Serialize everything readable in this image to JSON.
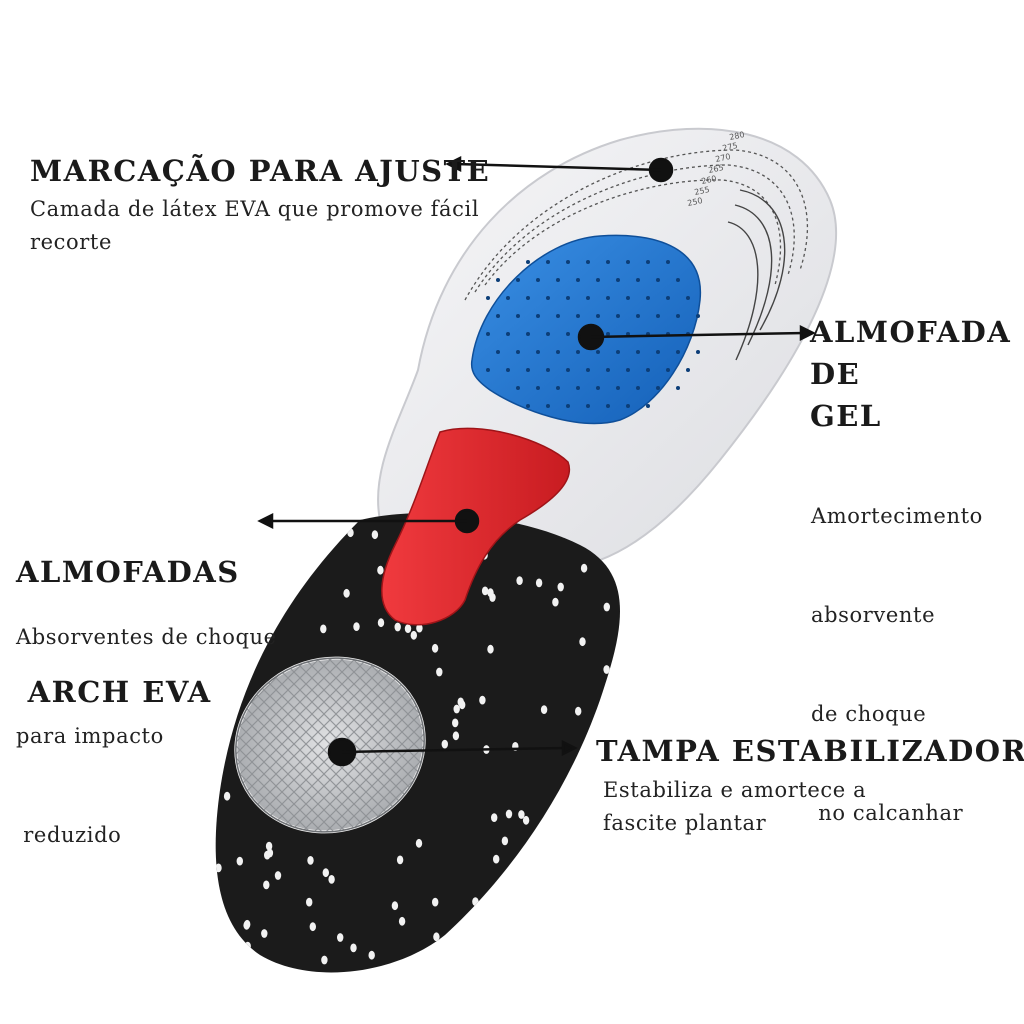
{
  "callouts": [
    {
      "id": "trim-markings",
      "title": [
        "MARCAÇÃO PARA AJUSTE"
      ],
      "desc": [
        "Camada de látex EVA que promove fácil",
        "recorte"
      ]
    },
    {
      "id": "gel-pad",
      "title": [
        "ALMOFADA",
        "DE",
        "GEL"
      ],
      "desc": [
        "Amortecimento",
        "absorvente",
        "de choque",
        " no calcanhar"
      ]
    },
    {
      "id": "arch-pads",
      "title": [
        "ALMOFADAS",
        " ARCH EVA"
      ],
      "desc": [
        "Absorventes de choque",
        "para impacto",
        " reduzido"
      ]
    },
    {
      "id": "stabilizer-cap",
      "title": [
        "TAMPA ESTABILIZADORA"
      ],
      "desc": [
        "Estabiliza e amortece a",
        "fascite plantar"
      ]
    }
  ],
  "size_marks": [
    "280",
    "275",
    "270",
    "265",
    "260",
    "255",
    "250"
  ],
  "colors": {
    "insole_top": "#ecedf0",
    "gel_pad": "#1f78d1",
    "arch_pad": "#e3262b",
    "heel_base": "#1b1b1b",
    "heel_gel": "#c9cbce",
    "text": "#1a1a1a"
  }
}
